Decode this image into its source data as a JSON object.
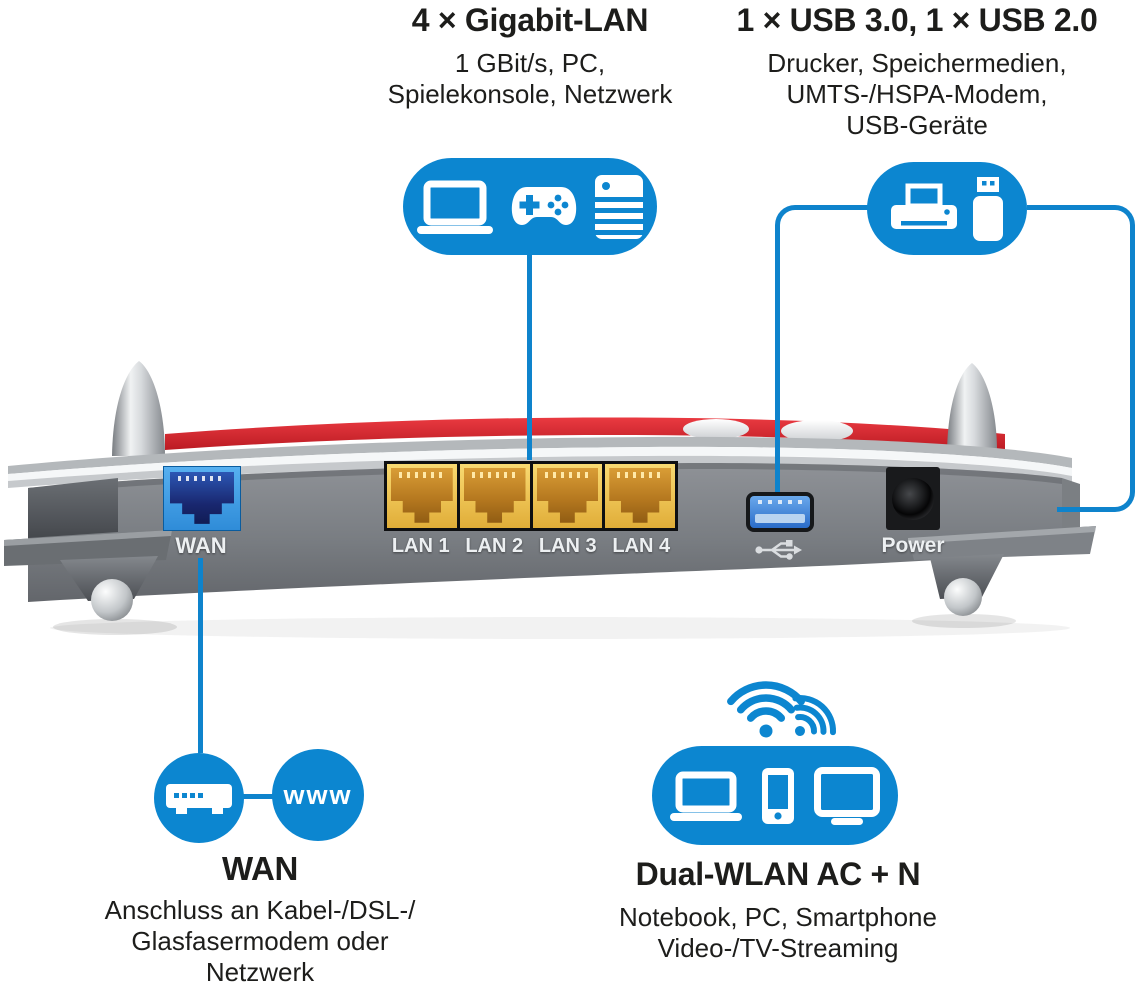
{
  "colors": {
    "accent_blue": "#0c86d0",
    "connector_blue": "#0e83cc",
    "text_dark": "#1d1d1b",
    "router_red": "#d2232a",
    "lan_port_yellow": "#eec455",
    "wan_port_blue": "#2f8cd8",
    "port_label_light": "#edf0f2"
  },
  "annotations": {
    "gigabit_lan": {
      "title": "4 × Gigabit-LAN",
      "lines": [
        "1 GBit/s, PC,",
        "Spielekonsole, Netzwerk"
      ],
      "icons": [
        "laptop-icon",
        "gamepad-icon",
        "desktop-pc-icon"
      ]
    },
    "usb": {
      "title": "1 × USB 3.0, 1 × USB 2.0",
      "lines": [
        "Drucker, Speichermedien,",
        "UMTS-/HSPA-Modem,",
        "USB-Geräte"
      ],
      "icons": [
        "printer-icon",
        "usb-stick-icon"
      ]
    },
    "wan": {
      "title": "WAN",
      "lines": [
        "Anschluss an Kabel-/DSL-/",
        "Glasfasermodem oder",
        "Netzwerk"
      ],
      "www_label": "www",
      "icons": [
        "modem-icon",
        "www-globe-circle"
      ]
    },
    "wlan": {
      "title": "Dual-WLAN AC + N",
      "lines": [
        "Notebook, PC, Smartphone",
        "Video-/TV-Streaming"
      ],
      "icons": [
        "wifi-icon",
        "laptop-icon",
        "smartphone-icon",
        "tv-icon"
      ]
    }
  },
  "router": {
    "ports": {
      "wan_label": "WAN",
      "lan_labels": [
        "LAN 1",
        "LAN 2",
        "LAN 3",
        "LAN 4"
      ],
      "power_label": "Power",
      "usb_symbol_icon": "usb-trident-icon"
    }
  }
}
